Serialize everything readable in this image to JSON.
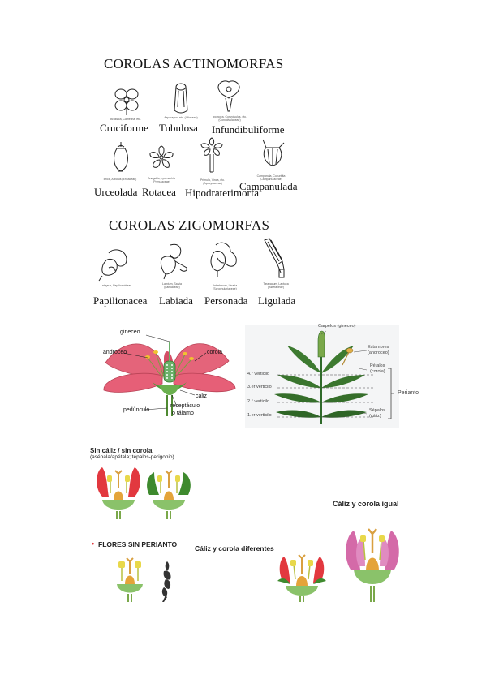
{
  "colors": {
    "pink": "#e4647a",
    "leaf": "#2f7a2a",
    "ovary": "#a8c888",
    "red": "#e2383f",
    "style": "#d9a040",
    "magenta": "#d46aa8"
  },
  "actino": {
    "title": "COROLAS ACTINOMORFAS",
    "items": [
      {
        "label": "Cruciforme",
        "sub": "Brassica, Camelina, etc."
      },
      {
        "label": "Tubulosa",
        "sub": "Asparagus, etc. (Liliaceae)"
      },
      {
        "label": "Infundibuliforme",
        "sub": "Ipomoea, Convolvulus, etc. (Convolvulaceae)"
      },
      {
        "label": "Urceolada",
        "sub": "Erica, Arbutus (Ericaceae)"
      },
      {
        "label": "Rotacea",
        "sub": "Anagallis, Lysimachia (Primulaceae)"
      },
      {
        "label": "Hipodraterimorfa",
        "sub": "Primula, Vinca, etc. (Apocynaceae)"
      },
      {
        "label": "Campanulada",
        "sub": "Campanula, Cucurbita (Campanulaceae)"
      }
    ]
  },
  "zygo": {
    "title": "COROLAS ZIGOMORFAS",
    "items": [
      {
        "label": "Papilionacea",
        "sub": "Lathyrus, Papilionoideae"
      },
      {
        "label": "Labiada",
        "sub": "Lamium, Salvia (Lamiaceae)"
      },
      {
        "label": "Personada",
        "sub": "Antirrhinum, Linaria (Scrophulariaceae)"
      },
      {
        "label": "Ligulada",
        "sub": "Taraxacum, Lactuca (Asteraceae)"
      }
    ]
  },
  "flower_parts": {
    "gineceo": "gineceo",
    "androceo": "androceo",
    "corola": "corola",
    "caliz": "cáliz",
    "pedunculo": "pedúnculo",
    "receptaculo": "receptáculo",
    "talamo": "o tálamo"
  },
  "verticils": {
    "carpelos": "Carpelos (gineceo)",
    "estambres": "Estambres",
    "androceo": "(androceo)",
    "petalos": "Pétalos",
    "corola": "(corola)",
    "sepalos": "Sépalos",
    "caliz": "(cáliz)",
    "perianto": "Perianto",
    "v4": "4.° verticilo",
    "v3": "3.er verticilo",
    "v2": "2.° verticilo",
    "v1": "1.er verticilo"
  },
  "sin": {
    "title": "Sin cáliz / sin corola",
    "subtitle": "(asépala/apétala; tépalos-perigonio)"
  },
  "igual": {
    "title": "Cáliz y corola igual"
  },
  "sinperianto": {
    "bullet": "•",
    "title": "FLORES SIN PERIANTO"
  },
  "diferentes": {
    "title": "Cáliz y corola diferentes"
  }
}
